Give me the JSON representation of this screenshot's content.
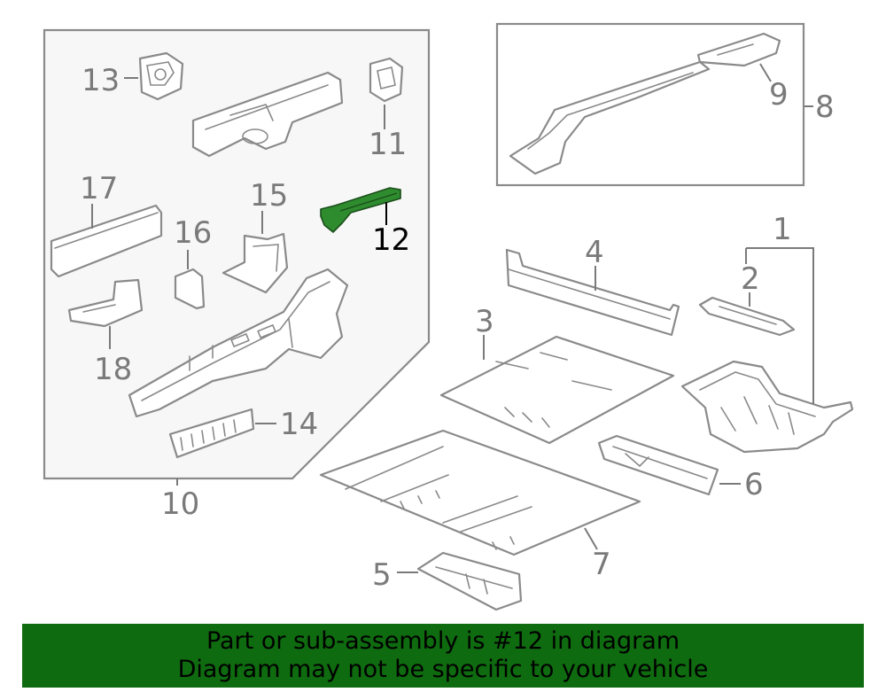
{
  "diagram": {
    "highlight_color": "#0f6b0f",
    "highlighted_part": "12",
    "callouts": {
      "c1": "1",
      "c2": "2",
      "c3": "3",
      "c4": "4",
      "c5": "5",
      "c6": "6",
      "c7": "7",
      "c8": "8",
      "c9": "9",
      "c10": "10",
      "c11": "11",
      "c12": "12",
      "c13": "13",
      "c14": "14",
      "c15": "15",
      "c16": "16",
      "c17": "17",
      "c18": "18"
    }
  },
  "banner": {
    "line1": "Part or sub-assembly is #12 in diagram",
    "line2": "Diagram may not be specific to your vehicle"
  }
}
